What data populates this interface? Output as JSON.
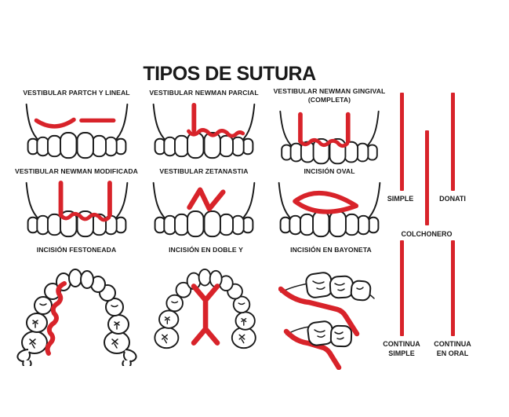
{
  "colors": {
    "suture_red": "#d8232a",
    "ink": "#1a1a1a",
    "background": "#ffffff"
  },
  "title": "TIPOS DE SUTURA",
  "grid": {
    "cells": [
      {
        "label": "VESTIBULAR PARTCH Y LINEAL"
      },
      {
        "label": "VESTIBULAR NEWMAN PARCIAL"
      },
      {
        "label": "VESTIBULAR NEWMAN GINGIVAL\n(COMPLETA)"
      },
      {
        "label": "VESTIBULAR NEWMAN MODIFICADA"
      },
      {
        "label": "VESTIBULAR ZETANASTIA"
      },
      {
        "label": "INCISIÓN OVAL"
      },
      {
        "label": "INCISIÓN FESTONEADA"
      },
      {
        "label": "INCISIÓN EN DOBLE Y"
      },
      {
        "label": "INCISIÓN EN BAYONETA"
      }
    ]
  },
  "legend": {
    "simple": "SIMPLE",
    "donati": "DONATI",
    "colchonero": "COLCHONERO",
    "continua_simple": "CONTINUA\nSIMPLE",
    "continua_en_oral": "CONTINUA\nEN ORAL"
  }
}
